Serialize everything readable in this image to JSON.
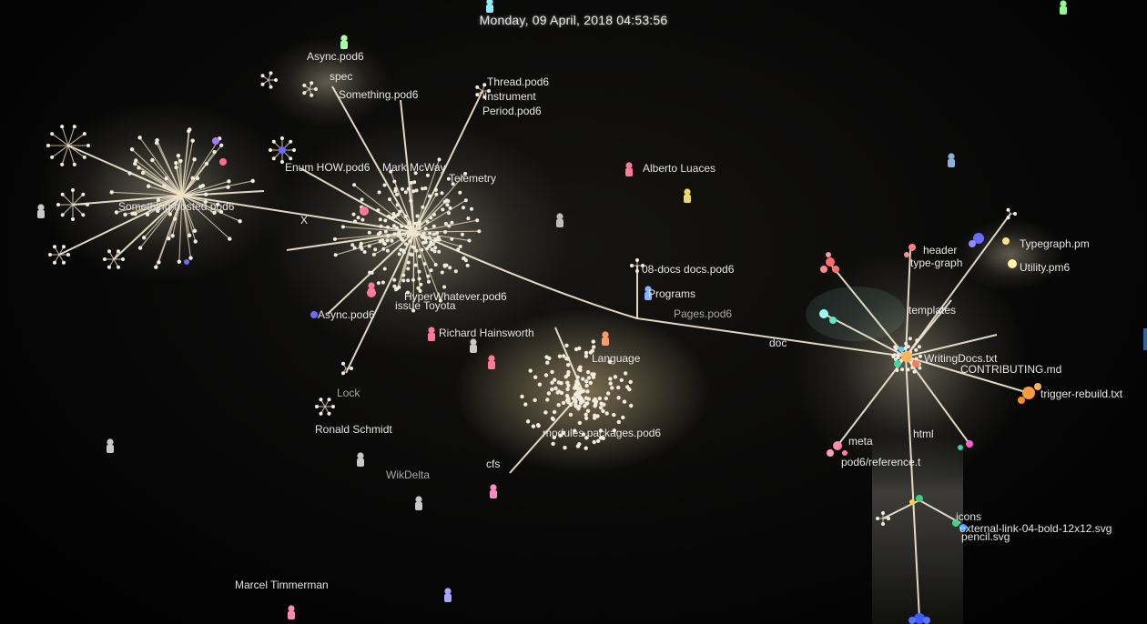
{
  "timestamp": "Monday, 09 April, 2018 04:53:56",
  "labels": {
    "async_pod6_top": "Async.pod6",
    "spec": "spec",
    "something_pod6": "Something.pod6",
    "thread_pod6": "Thread.pod6",
    "instrument": "Instrument",
    "period_pod6": "Period.pod6",
    "howto": "Enum HOW.pod6",
    "person_mcway": "Mark McWay",
    "telemetry": "Telemetry",
    "alberto": "Alberto Luaces",
    "x_label": "X",
    "big_pod6": "Something-hosted.pod6",
    "async_pod6": "Async.pod6",
    "ronald": "Ronald Schmidt",
    "lock": "Lock",
    "hyper": "HyperWhatever.pod6",
    "issue": "issue Toyota",
    "richard": "Richard Hainsworth",
    "docs_pod6": "08-docs docs.pod6",
    "programs": "Programs",
    "pages": "Pages.pod6",
    "language": "Language",
    "modules": "modules packages.pod6",
    "wikdelta": "WikDelta",
    "cfs": "cfs",
    "doc": "doc",
    "marcel": "Marcel Timmerman",
    "header": "header",
    "typegraph_pm": "Typegraph.pm",
    "type_graph": "type-graph",
    "utility_pm6": "Utility.pm6",
    "templates": "templates",
    "contributing": "CONTRIBUTING.md",
    "writing_docs": "WritingDocs.txt",
    "rebuild": "trigger-rebuild.txt",
    "html": "html",
    "meta": "meta",
    "reference": "pod6/reference.t",
    "icons": "icons",
    "external_link": "external-link-04-bold-12x12.svg",
    "pencil": "pencil.svg"
  }
}
